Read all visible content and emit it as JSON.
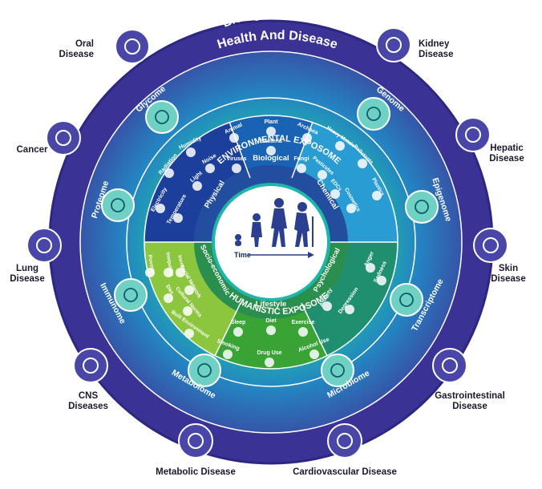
{
  "outer_ring": {
    "title": "Health And Disease"
  },
  "diseases": [
    {
      "label": [
        "Oral",
        "Disease"
      ],
      "icon": "tooth-icon"
    },
    {
      "label": [
        "Kidney",
        "Disease"
      ],
      "icon": "kidney-icon"
    },
    {
      "label": [
        "Cancer"
      ],
      "icon": "cancer-cell-icon"
    },
    {
      "label": [
        "Hepatic",
        "Disease"
      ],
      "icon": "liver-icon"
    },
    {
      "label": [
        "Lung",
        "Disease"
      ],
      "icon": "lungs-icon"
    },
    {
      "label": [
        "Skin",
        "Disease"
      ],
      "icon": "skin-icon"
    },
    {
      "label": [
        "CNS",
        "Diseases"
      ],
      "icon": "brain-icon"
    },
    {
      "label": [
        "Gastrointestinal",
        "Disease"
      ],
      "icon": "intestine-icon"
    },
    {
      "label": [
        "Metabolic Disease"
      ],
      "icon": "glucose-meter-icon"
    },
    {
      "label": [
        "Cardiovascular Disease"
      ],
      "icon": "heart-icon"
    }
  ],
  "bio_ring": {
    "title": "Biological Response",
    "omics": [
      {
        "label": "Glycome",
        "icon": "glycan-icon"
      },
      {
        "label": "Genome",
        "icon": "dna-helix-icon"
      },
      {
        "label": "Epigenome",
        "icon": "dna-methylation-icon"
      },
      {
        "label": "Transcriptome",
        "icon": "rna-icon"
      },
      {
        "label": "Microbiome",
        "icon": "bacteria-icon"
      },
      {
        "label": "Metabolome",
        "icon": "molecule-network-icon"
      },
      {
        "label": "Immunome",
        "icon": "antibody-icon"
      },
      {
        "label": "Proteome",
        "icon": "protein-icon"
      }
    ]
  },
  "environmental": {
    "title": "ENVIRONMENTAL EXPOSOME",
    "physical": {
      "label": "Physical",
      "items": [
        "Electricity",
        "Radiation",
        "Humidity",
        "Temperature",
        "Light",
        "Noise"
      ]
    },
    "biological": {
      "label": "Biological",
      "items": [
        "Animal",
        "Plant",
        "Archaea",
        "Viruses",
        "Bacteria",
        "Fungi"
      ]
    },
    "chemical": {
      "label": "Chemical",
      "items": [
        "Heavy Metals",
        "Pollutants",
        "Pesticides",
        "EDCs",
        "Cosmetics",
        "Plastics"
      ]
    }
  },
  "humanistic": {
    "title": "HUMANISTIC EXPOSOME",
    "socioeconomic": {
      "label": "Socio-economic",
      "items": [
        "Poverty",
        "Inequality",
        "Income",
        "Social Network",
        "Diet",
        "Cultural Norms",
        "Built Environment"
      ]
    },
    "lifestyle": {
      "label": "Lifestyle",
      "items": [
        "Sleep",
        "Diet",
        "Exercise",
        "Smoking",
        "Drug Use",
        "Alcohol Use"
      ]
    },
    "psychological": {
      "label": "Psychological",
      "items": [
        "Anger",
        "Sadness",
        "Anxiety",
        "Depression"
      ]
    }
  },
  "center": {
    "time_label": "Time"
  },
  "colors": {
    "outer_ring": "#3a3294",
    "bio_ring": "#2e7ec0",
    "env_physical": "#1b3f9a",
    "env_biological": "#1a62b4",
    "env_chemical": "#2a9cd4",
    "hum_socio": "#8cc63f",
    "hum_lifestyle": "#3aa336",
    "hum_psych": "#1f8f70"
  }
}
